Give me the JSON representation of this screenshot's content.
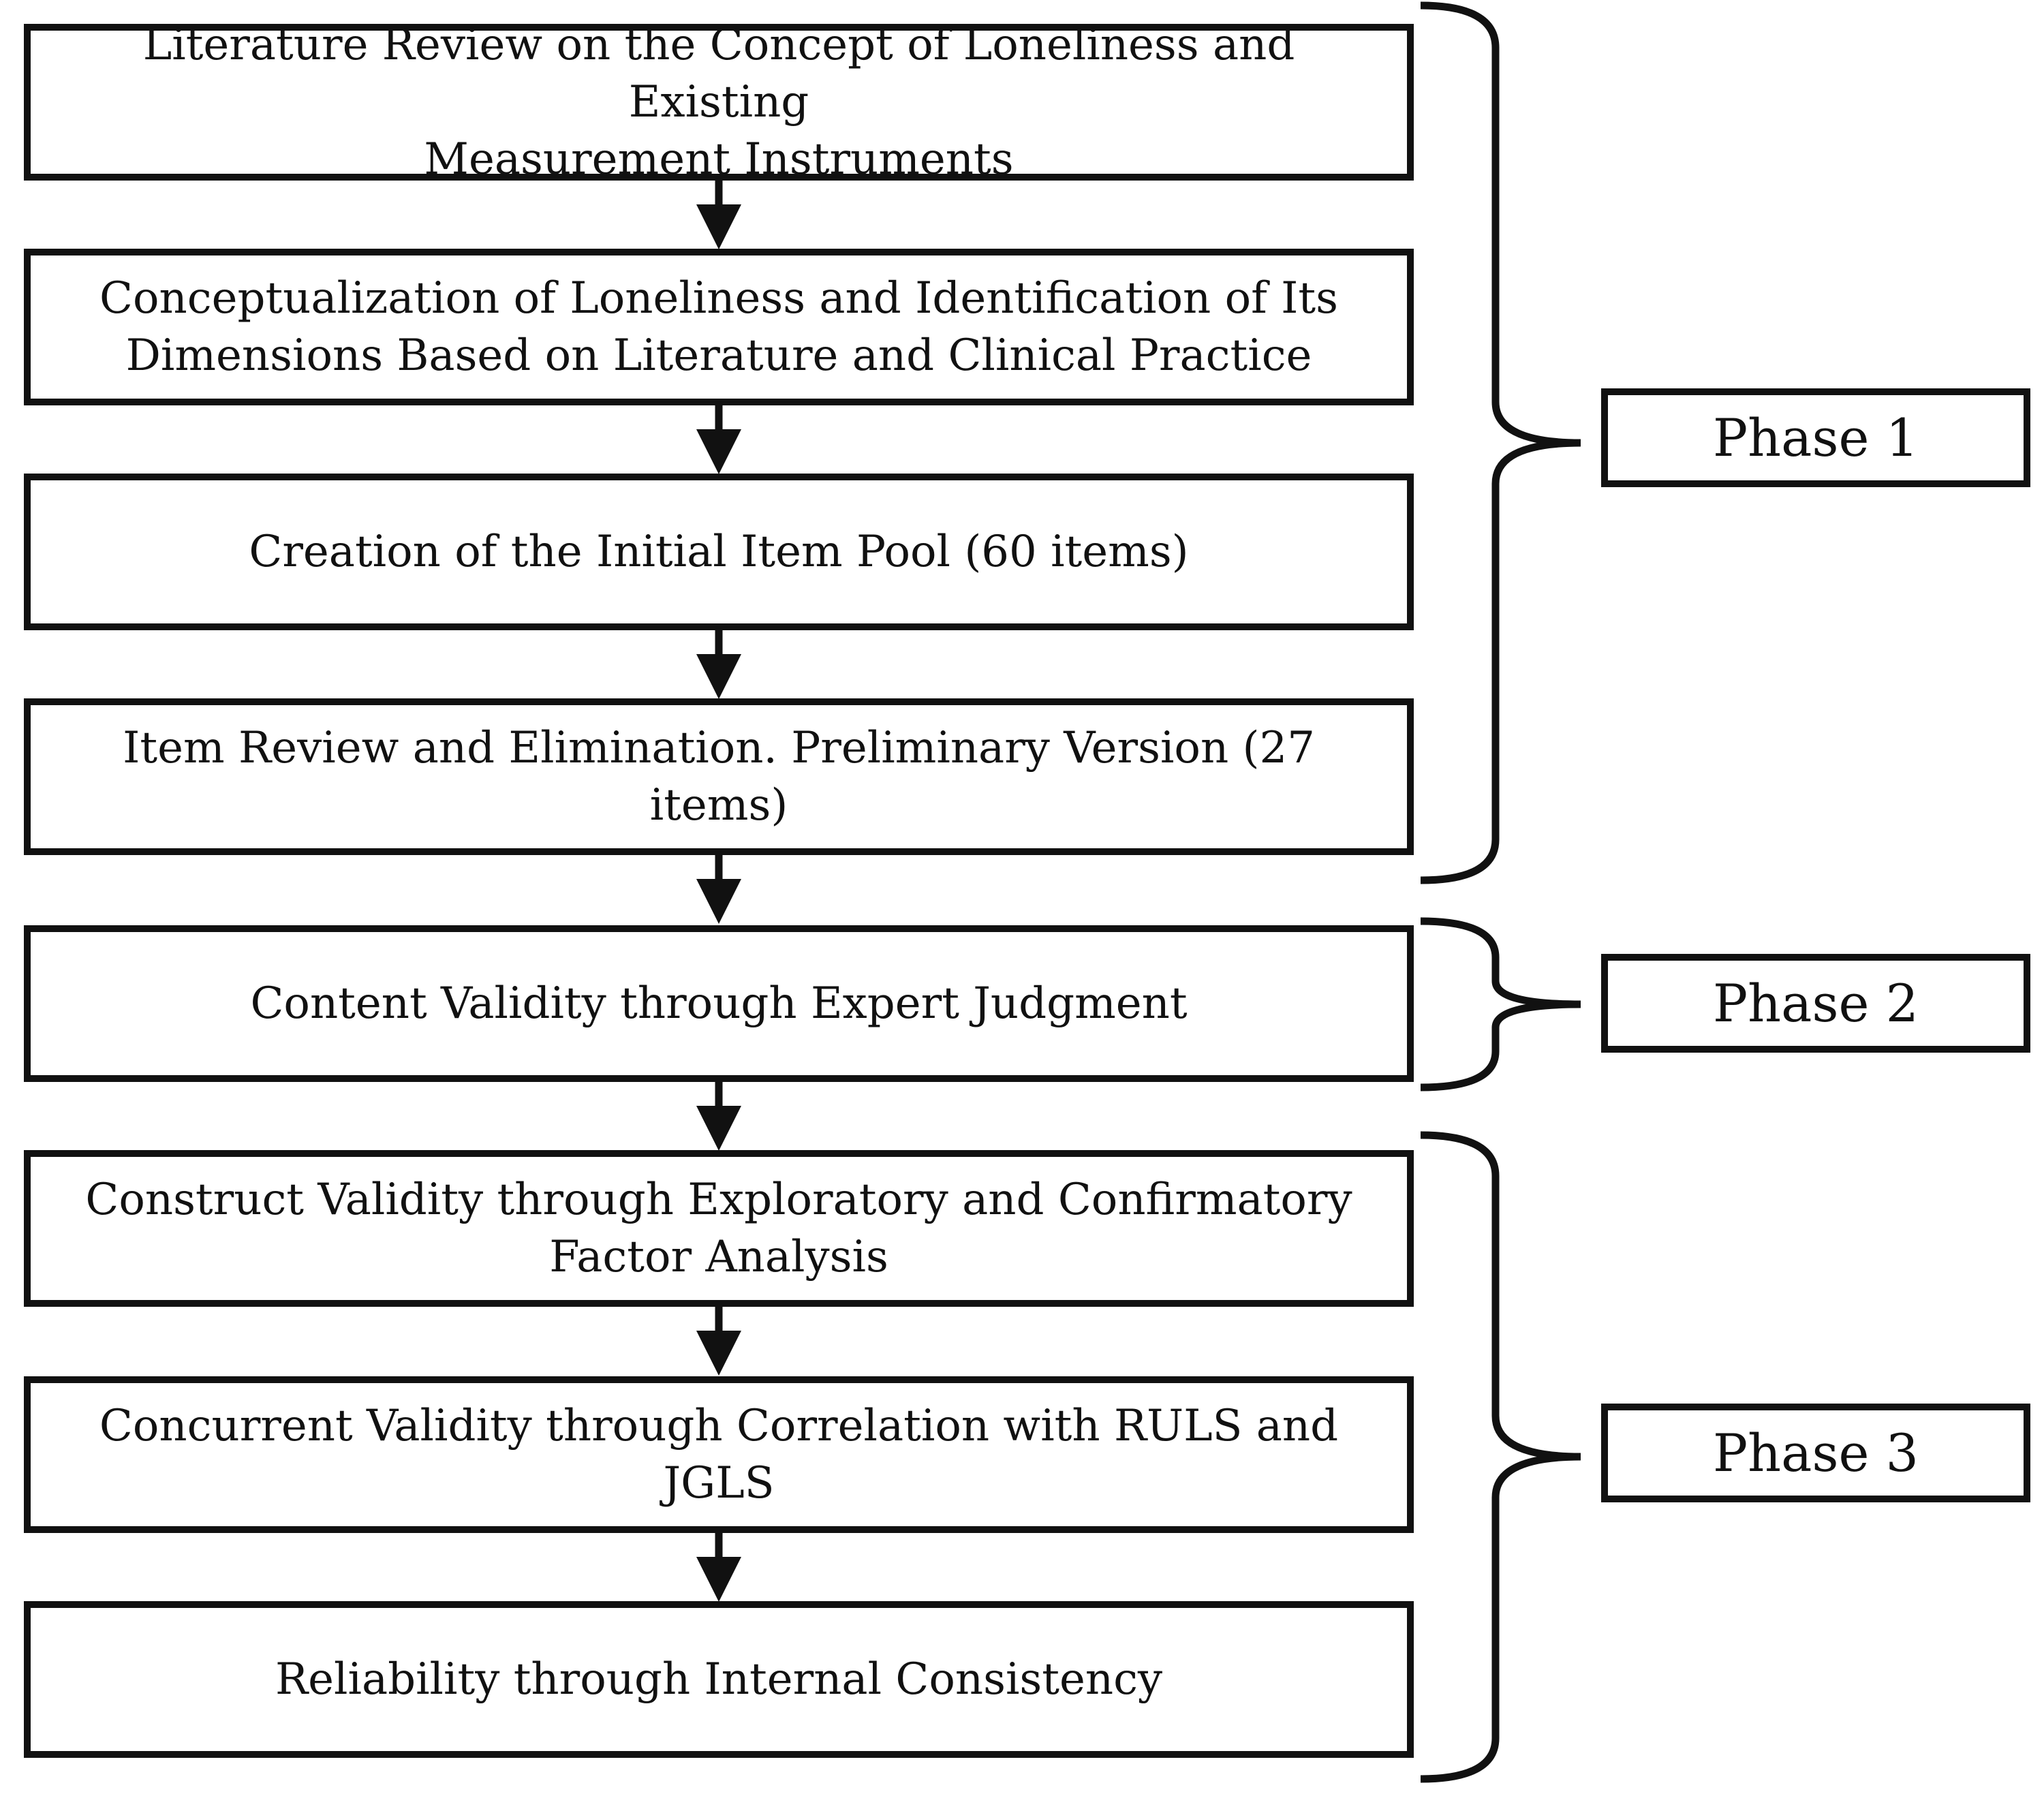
{
  "steps": [
    {
      "line1": "Literature Review on the Concept of Loneliness and Existing",
      "line2": "Measurement Instruments"
    },
    {
      "line1": "Conceptualization of Loneliness and Identification of Its",
      "line2": "Dimensions Based on Literature and Clinical Practice"
    },
    {
      "line1": "Creation of the Initial Item Pool (60 items)"
    },
    {
      "line1": "Item Review and Elimination. Preliminary Version (27 items)"
    },
    {
      "line1": "Content Validity through Expert Judgment"
    },
    {
      "line1": "Construct Validity through Exploratory and Confirmatory",
      "line2": "Factor Analysis"
    },
    {
      "line1": "Concurrent Validity through Correlation with RULS and JGLS"
    },
    {
      "line1": "Reliability through Internal Consistency"
    }
  ],
  "phases": [
    {
      "label": "Phase 1",
      "covers": "steps 1-4"
    },
    {
      "label": "Phase 2",
      "covers": "step 5"
    },
    {
      "label": "Phase 3",
      "covers": "steps 6-8"
    }
  ],
  "colors": {
    "stroke": "#111111",
    "background": "#ffffff"
  }
}
